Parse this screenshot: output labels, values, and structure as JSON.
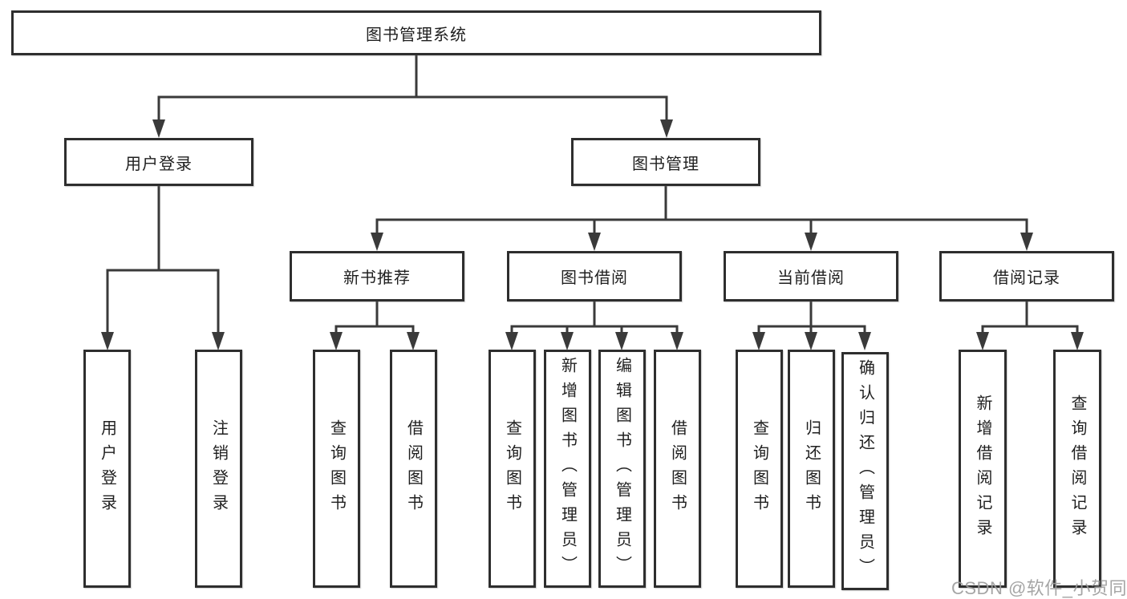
{
  "diagram": {
    "nodes": {
      "root": "图书管理系统",
      "user_login": "用户登录",
      "book_mgmt": "图书管理",
      "new_book_rec": "新书推荐",
      "book_borrow": "图书借阅",
      "current_borrow": "当前借阅",
      "borrow_records": "借阅记录"
    },
    "leaves": {
      "user_login": [
        "用户登录",
        "注销登录"
      ],
      "new_book_rec": [
        "查询图书",
        "借阅图书"
      ],
      "book_borrow": [
        "查询图书",
        "新增图书（管理员）",
        "编辑图书（管理员）",
        "借阅图书"
      ],
      "current_borrow": [
        "查询图书",
        "归还图书",
        "确认归还（管理员）"
      ],
      "borrow_records": [
        "新增借阅记录",
        "查询借阅记录"
      ]
    },
    "watermark": "CSDN @软件_小贺同学",
    "colors": {
      "line": "#3a3a3a",
      "border": "#2e2e2e",
      "text": "#1f1f1f",
      "watermark": "#9c9c9c",
      "background": "#ffffff"
    }
  }
}
